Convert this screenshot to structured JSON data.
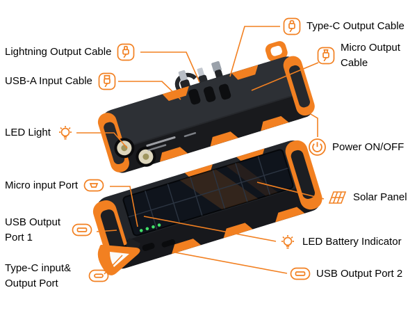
{
  "accent": "#f28021",
  "diagram_subject": "solar power bank feature callouts",
  "labels": [
    {
      "id": "type-c-output-cable",
      "text": "Type-C Output Cable"
    },
    {
      "id": "lightning-output-cable",
      "text": "Lightning Output Cable"
    },
    {
      "id": "micro-output-cable",
      "text": "Micro Output Cable"
    },
    {
      "id": "usb-a-input-cable",
      "text": "USB-A Input Cable"
    },
    {
      "id": "led-light",
      "text": "LED Light"
    },
    {
      "id": "power-on-off",
      "text": "Power ON/OFF"
    },
    {
      "id": "micro-input-port",
      "text": "Micro input Port"
    },
    {
      "id": "solar-panel",
      "text": "Solar Panel"
    },
    {
      "id": "usb-output-port-1",
      "text": "USB Output Port 1"
    },
    {
      "id": "led-battery-indicator",
      "text": "LED Battery Indicator"
    },
    {
      "id": "type-c-input-output-port",
      "text": "Type-C input& Output Port"
    },
    {
      "id": "usb-output-port-2",
      "text": "USB Output Port 2"
    }
  ]
}
